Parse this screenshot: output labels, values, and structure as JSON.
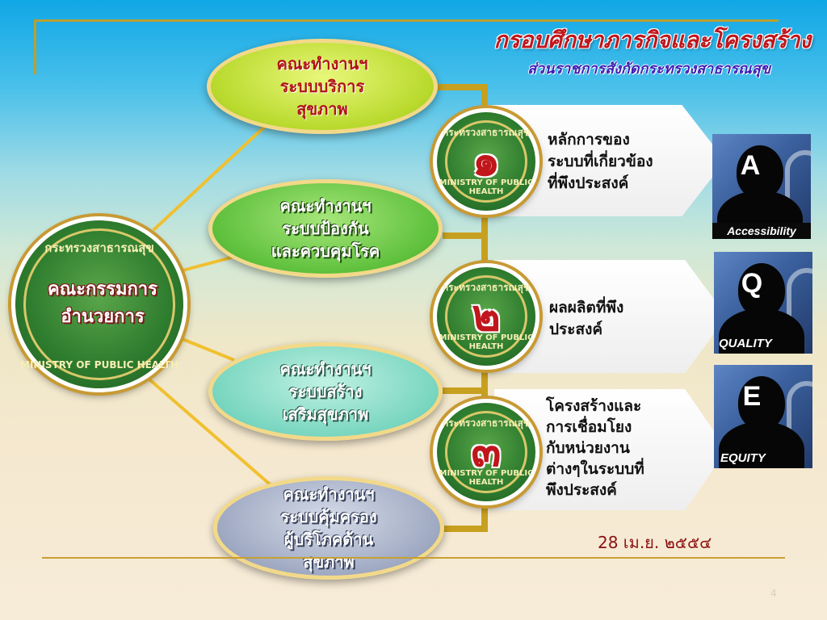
{
  "title": "กรอบศึกษาภารกิจและโครงสร้าง",
  "subtitle": "ส่วนราชการสังกัดกระทรวงสาธารณสุข",
  "seal": {
    "arc_top": "กระทรวงสาธารณสุข",
    "arc_bottom": "MINISTRY OF PUBLIC HEALTH"
  },
  "main_node": {
    "line1": "คณะกรรมการ",
    "line2": "อำนวยการ"
  },
  "working_groups": [
    {
      "label": "คณะทำงานฯ\nระบบบริการ\nสุขภาพ"
    },
    {
      "label": "คณะทำงานฯ\nระบบป้องกัน\nและควบคุมโรค"
    },
    {
      "label": "คณะทำงานฯ\nระบบสร้าง\nเสริมสุขภาพ"
    },
    {
      "label": "คณะทำงานฯ\nระบบคุ้มครอง\nผู้บริโภคด้าน\nสุขภาพ"
    }
  ],
  "outputs": [
    {
      "number": "๑",
      "text": "หลักการของ\nระบบที่เกี่ยวข้อง\nที่พึงประสงค์"
    },
    {
      "number": "๒",
      "text": "ผลผลิตที่พึง\nประสงค์"
    },
    {
      "number": "๓",
      "text": "โครงสร้างและ\nการเชื่อมโยง\nกับหน่วยงาน\nต่างๆในระบบที่\nพึงประสงค์"
    }
  ],
  "principles": [
    {
      "letter": "A",
      "caption": "Accessibility"
    },
    {
      "letter": "Q",
      "caption": "QUALITY"
    },
    {
      "letter": "E",
      "caption": "EQUITY"
    }
  ],
  "date": "28 เม.ย. ๒๕๕๔",
  "page_number": "4",
  "colors": {
    "title": "#c0161c",
    "subtitle": "#3b1fb5",
    "connector": "#f0c030",
    "seal_green": "#2f7d2f"
  }
}
